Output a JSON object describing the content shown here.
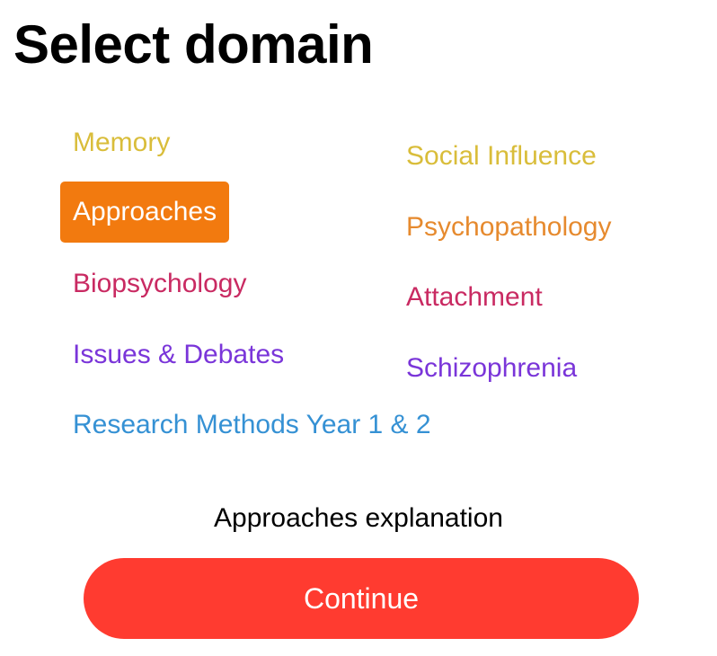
{
  "header": {
    "title": "Select domain"
  },
  "domains": {
    "left": [
      {
        "label": "Memory",
        "color": "#d9bd3a",
        "selected": false
      },
      {
        "label": "Approaches",
        "color": "#ffffff",
        "selected": true
      },
      {
        "label": "Biopsychology",
        "color": "#c92a62",
        "selected": false
      },
      {
        "label": "Issues & Debates",
        "color": "#7a35d9",
        "selected": false
      },
      {
        "label": "Research Methods Year 1 & 2",
        "color": "#3591d4",
        "selected": false
      }
    ],
    "right": [
      {
        "label": "Social Influence",
        "color": "#d9bd3a",
        "selected": false
      },
      {
        "label": "Psychopathology",
        "color": "#e68a2e",
        "selected": false
      },
      {
        "label": "Attachment",
        "color": "#c92a62",
        "selected": false
      },
      {
        "label": "Schizophrenia",
        "color": "#7a35d9",
        "selected": false
      }
    ],
    "selected_background": "#f27a0f"
  },
  "footer": {
    "explanation": "Approaches explanation",
    "continue_label": "Continue",
    "continue_color": "#ff3b30"
  }
}
